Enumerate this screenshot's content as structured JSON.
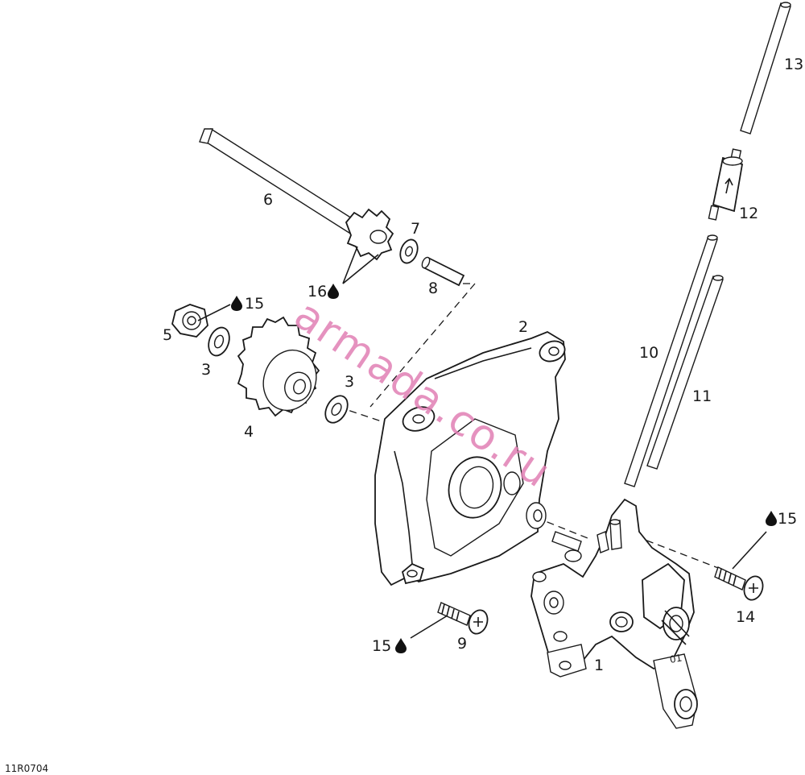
{
  "diagram": {
    "labels": {
      "p1": "1",
      "p2": "2",
      "p3a": "3",
      "p3b": "3",
      "p4": "4",
      "p5": "5",
      "p6": "6",
      "p7": "7",
      "p8": "8",
      "p9": "9",
      "p10": "10",
      "p11": "11",
      "p12": "12",
      "p13": "13",
      "p14": "14",
      "lub15_top": "15",
      "lub15_right": "15",
      "lub15_bottom": "15",
      "lub16": "16"
    },
    "part_number_tag": "01",
    "drawing_code": "11R0704",
    "watermark": "armada.co.ru"
  },
  "colors": {
    "line": "#1a1a1a",
    "watermark": "#e07fb4",
    "background": "#ffffff"
  }
}
